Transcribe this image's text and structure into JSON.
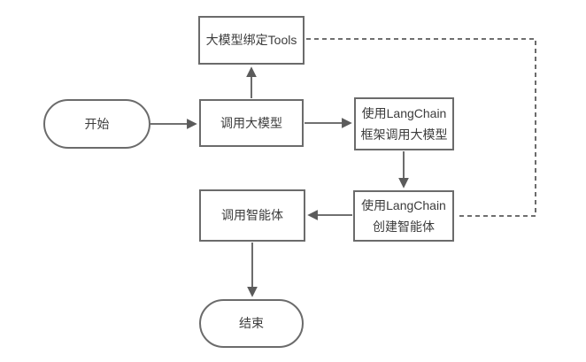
{
  "diagram": {
    "title": "LangChain agent flowchart",
    "colors": {
      "background": "#ffffff",
      "node_border": "#6b6b6b",
      "node_fill": "#ffffff",
      "edge_line": "#5b5b5b",
      "text": "#3c3c3c"
    },
    "nodes": {
      "start": {
        "shape": "stadium",
        "label": "开始"
      },
      "bind_tools": {
        "shape": "rectangle",
        "label": "大模型绑定Tools"
      },
      "call_llm": {
        "shape": "rectangle",
        "label": "调用大模型"
      },
      "langchain_call": {
        "shape": "rectangle",
        "line1": "使用LangChain",
        "line2": "框架调用大模型"
      },
      "langchain_agent": {
        "shape": "rectangle",
        "line1": "使用LangChain",
        "line2": "创建智能体"
      },
      "call_agent": {
        "shape": "rectangle",
        "label": "调用智能体"
      },
      "end": {
        "shape": "stadium",
        "label": "结束"
      }
    },
    "edges": [
      {
        "from": "start",
        "to": "call_llm",
        "style": "solid",
        "arrowhead": true
      },
      {
        "from": "call_llm",
        "to": "bind_tools",
        "style": "solid",
        "arrowhead": true
      },
      {
        "from": "call_llm",
        "to": "langchain_call",
        "style": "solid",
        "arrowhead": true
      },
      {
        "from": "langchain_call",
        "to": "langchain_agent",
        "style": "solid",
        "arrowhead": true
      },
      {
        "from": "langchain_agent",
        "to": "call_agent",
        "style": "solid",
        "arrowhead": true
      },
      {
        "from": "call_agent",
        "to": "end",
        "style": "solid",
        "arrowhead": true
      },
      {
        "from": "bind_tools",
        "to": "langchain_agent",
        "style": "dashed",
        "arrowhead": false
      }
    ]
  }
}
